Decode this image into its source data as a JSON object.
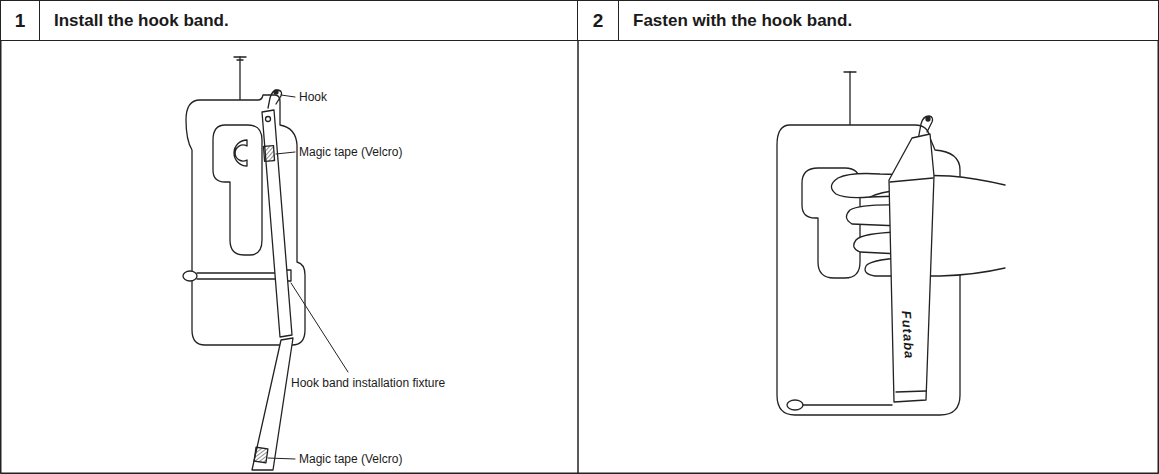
{
  "diagram": {
    "nodes": [
      {
        "text": [
          "1"
        ]
      },
      {
        "text": [
          "Install the hook band."
        ]
      },
      {
        "text": [
          "2"
        ]
      },
      {
        "text": [
          "Fasten with the hook band."
        ]
      }
    ],
    "labels": [
      "Hook",
      "Magic tape (Velcro)",
      "Hook band installation fixture",
      "Magic tape (Velcro)",
      "Futaba"
    ]
  }
}
